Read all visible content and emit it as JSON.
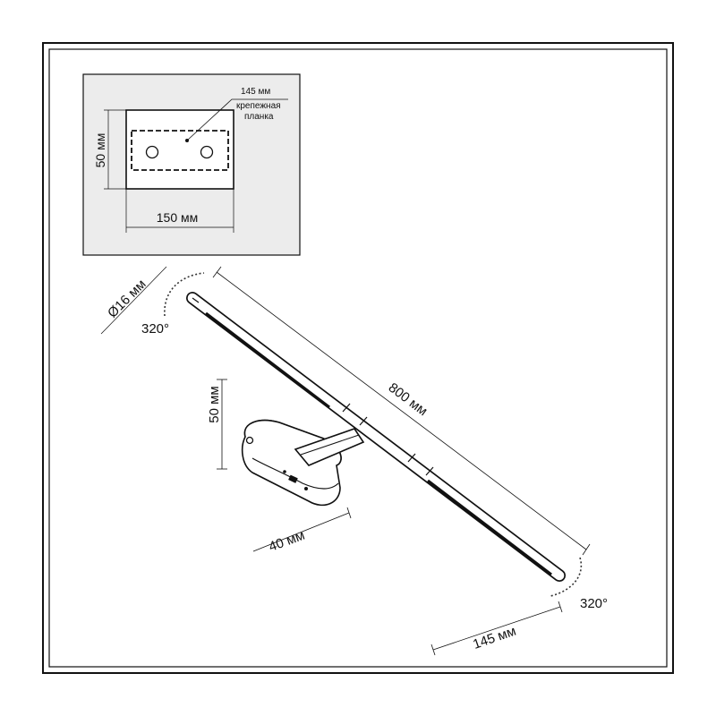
{
  "colors": {
    "line": "#111111",
    "background": "#ffffff",
    "inset_fill": "#ececec",
    "arc": "#333333"
  },
  "inset": {
    "plate_length": "145 мм",
    "plate_label_line1": "крепежная",
    "plate_label_line2": "планка",
    "height": "50 мм",
    "width": "150 мм"
  },
  "main": {
    "diameter": "Ø16 мм",
    "rotation_top": "320°",
    "length": "800 мм",
    "base_height": "50 мм",
    "base_depth": "40 мм",
    "rotation_bottom": "320°",
    "arm_offset": "145 мм"
  }
}
